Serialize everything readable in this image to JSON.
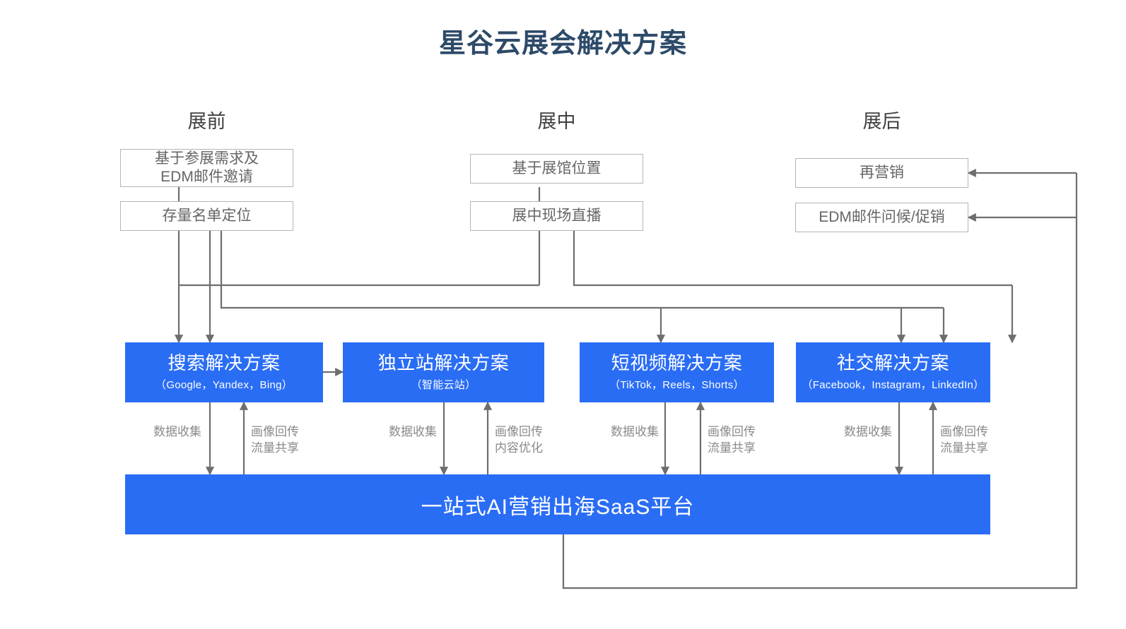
{
  "page": {
    "title": "星谷云展会解决方案",
    "title_color": "#2d4a68",
    "accent_blue": "#2a6df5",
    "box_border": "#b5b5b5",
    "wire_color": "#6e6e6e",
    "muted_text": "#8a8a8a"
  },
  "phases": [
    {
      "label": "展前"
    },
    {
      "label": "展中"
    },
    {
      "label": "展后"
    }
  ],
  "top_boxes": [
    {
      "text_line1": "基于参展需求及",
      "text_line2": "EDM邮件邀请"
    },
    {
      "text_line1": "存量名单定位",
      "text_line2": ""
    },
    {
      "text_line1": "基于展馆位置",
      "text_line2": ""
    },
    {
      "text_line1": "展中现场直播",
      "text_line2": ""
    },
    {
      "text_line1": "再营销",
      "text_line2": ""
    },
    {
      "text_line1": "EDM邮件问候/促销",
      "text_line2": ""
    }
  ],
  "solutions": [
    {
      "title": "搜索解决方案",
      "subtitle": "（Google，Yandex，Bing）"
    },
    {
      "title": "独立站解决方案",
      "subtitle": "（智能云站）"
    },
    {
      "title": "短视频解决方案",
      "subtitle": "（TikTok，Reels，Shorts）"
    },
    {
      "title": "社交解决方案",
      "subtitle": "（Facebook，Instagram，LinkedIn）"
    }
  ],
  "edge_labels": [
    {
      "down": "数据收集",
      "up_line1": "画像回传",
      "up_line2": "流量共享"
    },
    {
      "down": "数据收集",
      "up_line1": "画像回传",
      "up_line2": "内容优化"
    },
    {
      "down": "数据收集",
      "up_line1": "画像回传",
      "up_line2": "流量共享"
    },
    {
      "down": "数据收集",
      "up_line1": "画像回传",
      "up_line2": "流量共享"
    }
  ],
  "platform": {
    "label": "一站式AI营销出海SaaS平台"
  }
}
